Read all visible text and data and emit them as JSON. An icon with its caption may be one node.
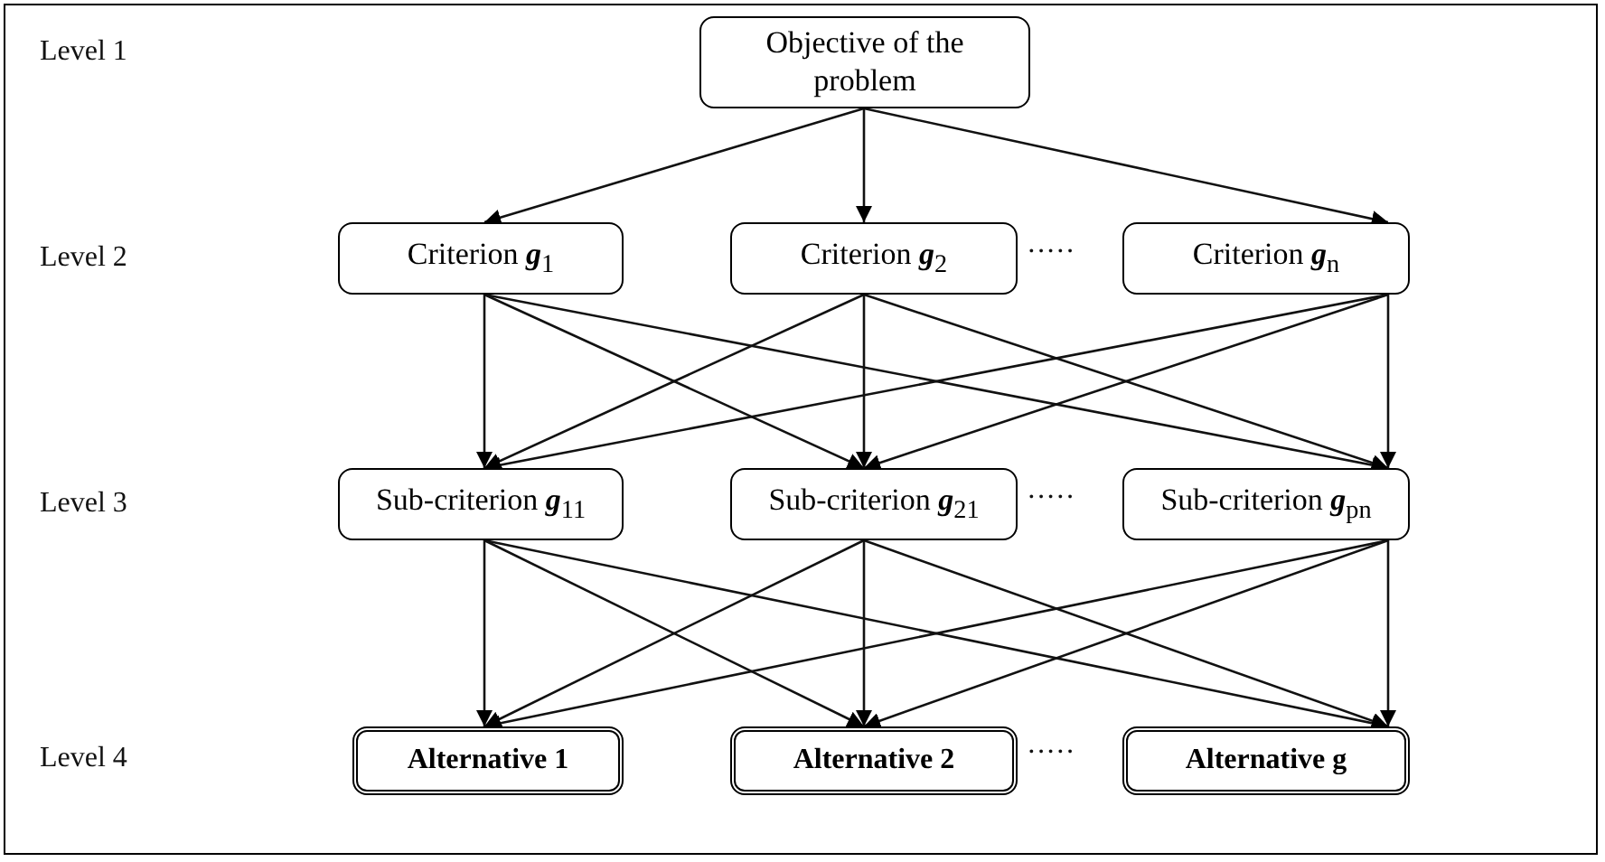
{
  "diagram": {
    "nodes": [
      {
        "text": [
          "Objective of the problem"
        ]
      },
      {
        "text": [
          "Criterion *g*$_{1}$"
        ]
      },
      {
        "text": [
          "Criterion *g*$_{2}$"
        ]
      },
      {
        "text": [
          "Criterion *g*$_{n}$"
        ]
      },
      {
        "text": [
          "Sub-criterion *g*$_{11}$"
        ]
      },
      {
        "text": [
          "Sub-criterion *g*$_{21}$"
        ]
      },
      {
        "text": [
          "Sub-criterion *g*$_{pn}$"
        ]
      },
      {
        "text": [
          "Alternative 1"
        ]
      },
      {
        "text": [
          "Alternative 2"
        ]
      },
      {
        "text": [
          "Alternative g"
        ]
      }
    ],
    "edges": [
      {
        "from": 0,
        "to": 1,
        "arrow": "to"
      },
      {
        "from": 0,
        "to": 2,
        "arrow": "to"
      },
      {
        "from": 0,
        "to": 3,
        "arrow": "to"
      },
      {
        "from": 1,
        "to": 4,
        "arrow": "to"
      },
      {
        "from": 1,
        "to": 5,
        "arrow": "to"
      },
      {
        "from": 1,
        "to": 6,
        "arrow": "to"
      },
      {
        "from": 2,
        "to": 4,
        "arrow": "to"
      },
      {
        "from": 2,
        "to": 5,
        "arrow": "to"
      },
      {
        "from": 2,
        "to": 6,
        "arrow": "to"
      },
      {
        "from": 3,
        "to": 4,
        "arrow": "to"
      },
      {
        "from": 3,
        "to": 5,
        "arrow": "to"
      },
      {
        "from": 3,
        "to": 6,
        "arrow": "to"
      },
      {
        "from": 4,
        "to": 7,
        "arrow": "to"
      },
      {
        "from": 4,
        "to": 8,
        "arrow": "to"
      },
      {
        "from": 4,
        "to": 9,
        "arrow": "to"
      },
      {
        "from": 5,
        "to": 7,
        "arrow": "to"
      },
      {
        "from": 5,
        "to": 8,
        "arrow": "to"
      },
      {
        "from": 5,
        "to": 9,
        "arrow": "to"
      },
      {
        "from": 6,
        "to": 7,
        "arrow": "to"
      },
      {
        "from": 6,
        "to": 8,
        "arrow": "to"
      },
      {
        "from": 6,
        "to": 9,
        "arrow": "to"
      }
    ],
    "labels": [
      "Level 1",
      "Level 2",
      "·····",
      "Level 3",
      "·····",
      "Level 4",
      "·····"
    ]
  }
}
